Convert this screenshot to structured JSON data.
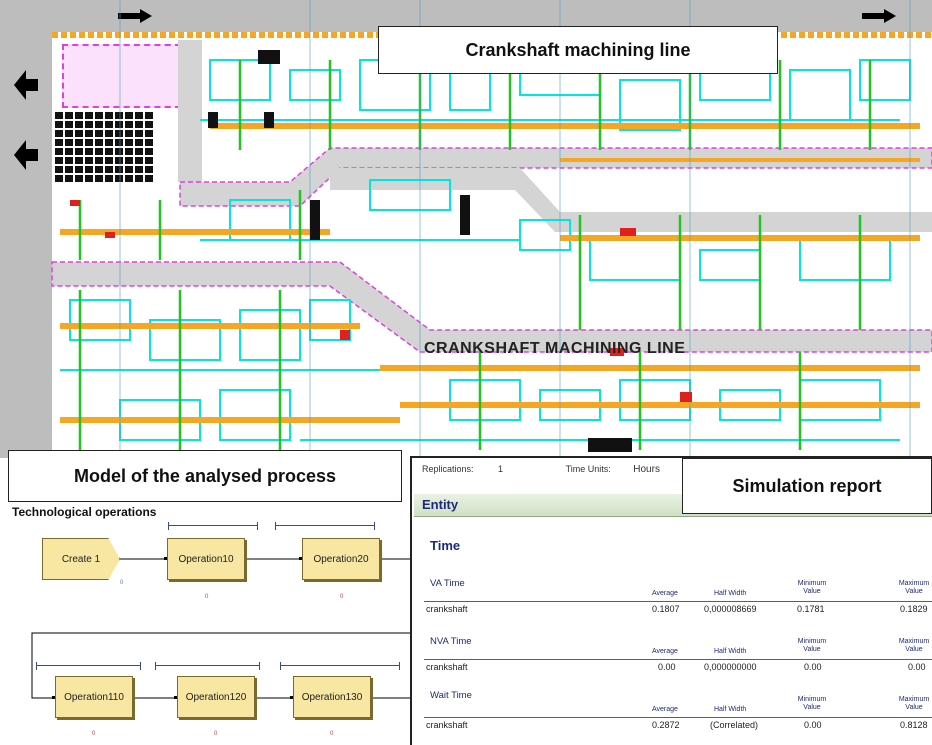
{
  "layout": {
    "callout_title": "Crankshaft machining line",
    "drawing_label": "CRANKSHAFT  MACHINING  LINE"
  },
  "model": {
    "callout_title": "Model of the analysed process",
    "section_label": "Technological operations",
    "row1": [
      "Create 1",
      "Operation10",
      "Operation20"
    ],
    "row2": [
      "Operation110",
      "Operation120",
      "Operation130"
    ],
    "row1_index": [
      "0",
      "0",
      "0"
    ],
    "row2_index": [
      "0",
      "0",
      "0"
    ]
  },
  "report": {
    "callout_title": "Simulation report",
    "replications_label": "Replications:",
    "replications_value": "1",
    "time_units_label": "Time Units:",
    "time_units_value": "Hours",
    "entity_label": "Entity",
    "time_label": "Time",
    "columns": [
      "Average",
      "Half Width",
      "Minimum\nValue",
      "Maximum\nValue"
    ],
    "sections": [
      {
        "title": "VA Time",
        "row_label": "crankshaft",
        "values": [
          "0.1807",
          "0,000008669",
          "0.1781",
          "0.1829"
        ]
      },
      {
        "title": "NVA Time",
        "row_label": "crankshaft",
        "values": [
          "0.00",
          "0,000000000",
          "0.00",
          "0.00"
        ]
      },
      {
        "title": "Wait Time",
        "row_label": "crankshaft",
        "values": [
          "0.2872",
          "(Correlated)",
          "0.00",
          "0.8128"
        ]
      }
    ]
  },
  "colors": {
    "cad_cyan": "#00e5e5",
    "cad_green": "#22c322",
    "cad_orange": "#f5a623",
    "cad_magenta": "#e040e0",
    "aisle_gray": "#d4d4d4",
    "module_fill": "#f7e7a3",
    "report_blue": "#1d2a7a",
    "report_rule": "#b03a3a"
  },
  "icons": [
    "arrow-right-icon",
    "arrow-left-icon"
  ]
}
